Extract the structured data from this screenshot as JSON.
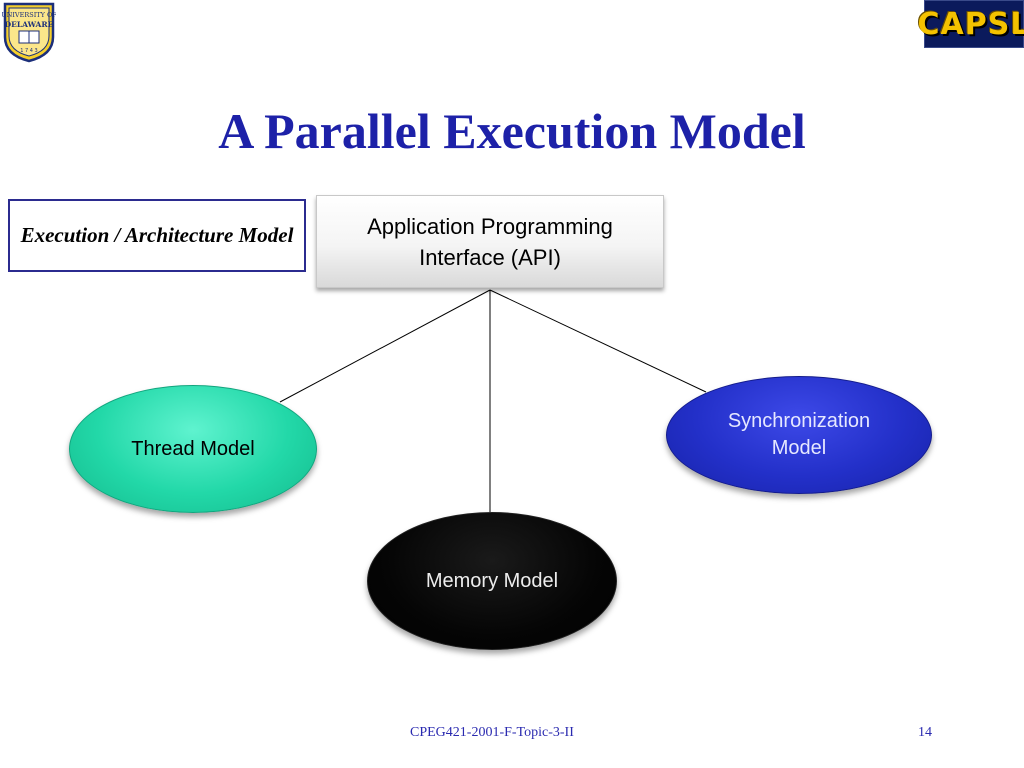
{
  "logos": {
    "left": {
      "name": "University of Delaware seal",
      "text": "UNIVERSITY OF DELAWARE"
    },
    "right": {
      "name": "CAPSL",
      "text": "CAPSL"
    }
  },
  "title": "A Parallel Execution Model",
  "model_label": "Execution / Architecture Model",
  "api_label": "Application Programming Interface (API)",
  "nodes": {
    "thread": "Thread Model",
    "sync": "Synchronization Model",
    "memory": "Memory Model"
  },
  "footer": "CPEG421-2001-F-Topic-3-II",
  "page_number": "14",
  "colors": {
    "title": "#1d21a8",
    "thread": "#22d8a8",
    "sync": "#2330c9",
    "memory": "#000000",
    "footer": "#2a2ab0"
  }
}
